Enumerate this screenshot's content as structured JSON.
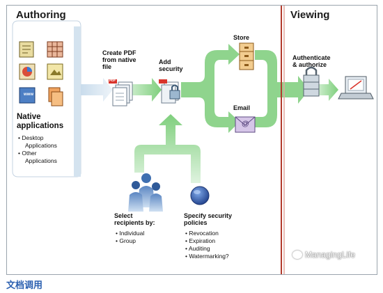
{
  "sections": {
    "authoring": "Authoring",
    "viewing": "Viewing"
  },
  "native": {
    "title_line1": "Native",
    "title_line2": "applications",
    "items": [
      "Desktop",
      "Applications",
      "Other",
      "Applications"
    ]
  },
  "steps": {
    "create_pdf_line1": "Create PDF",
    "create_pdf_line2": "from native",
    "create_pdf_line3": "file",
    "add_security_line1": "Add",
    "add_security_line2": "security",
    "store": "Store",
    "email": "Email",
    "authenticate_line1": "Authenticate",
    "authenticate_line2": "& authorize"
  },
  "recipients": {
    "title_line1": "Select",
    "title_line2": "recipients by:",
    "items": [
      "Individual",
      "Group"
    ]
  },
  "policies": {
    "title_line1": "Specify security",
    "title_line2": "policies",
    "items": [
      "Revocation",
      "Expiration",
      "Auditing",
      "Watermarking?"
    ]
  },
  "icons": {
    "www": "www",
    "pdf": "PDF",
    "email_at": "@"
  },
  "watermark": "ManagingLife",
  "caption": "文档调用",
  "colors": {
    "arrow_green": "#8fd48d",
    "panel_blue": "#dde8f2",
    "divider_red": "#c0392b"
  }
}
